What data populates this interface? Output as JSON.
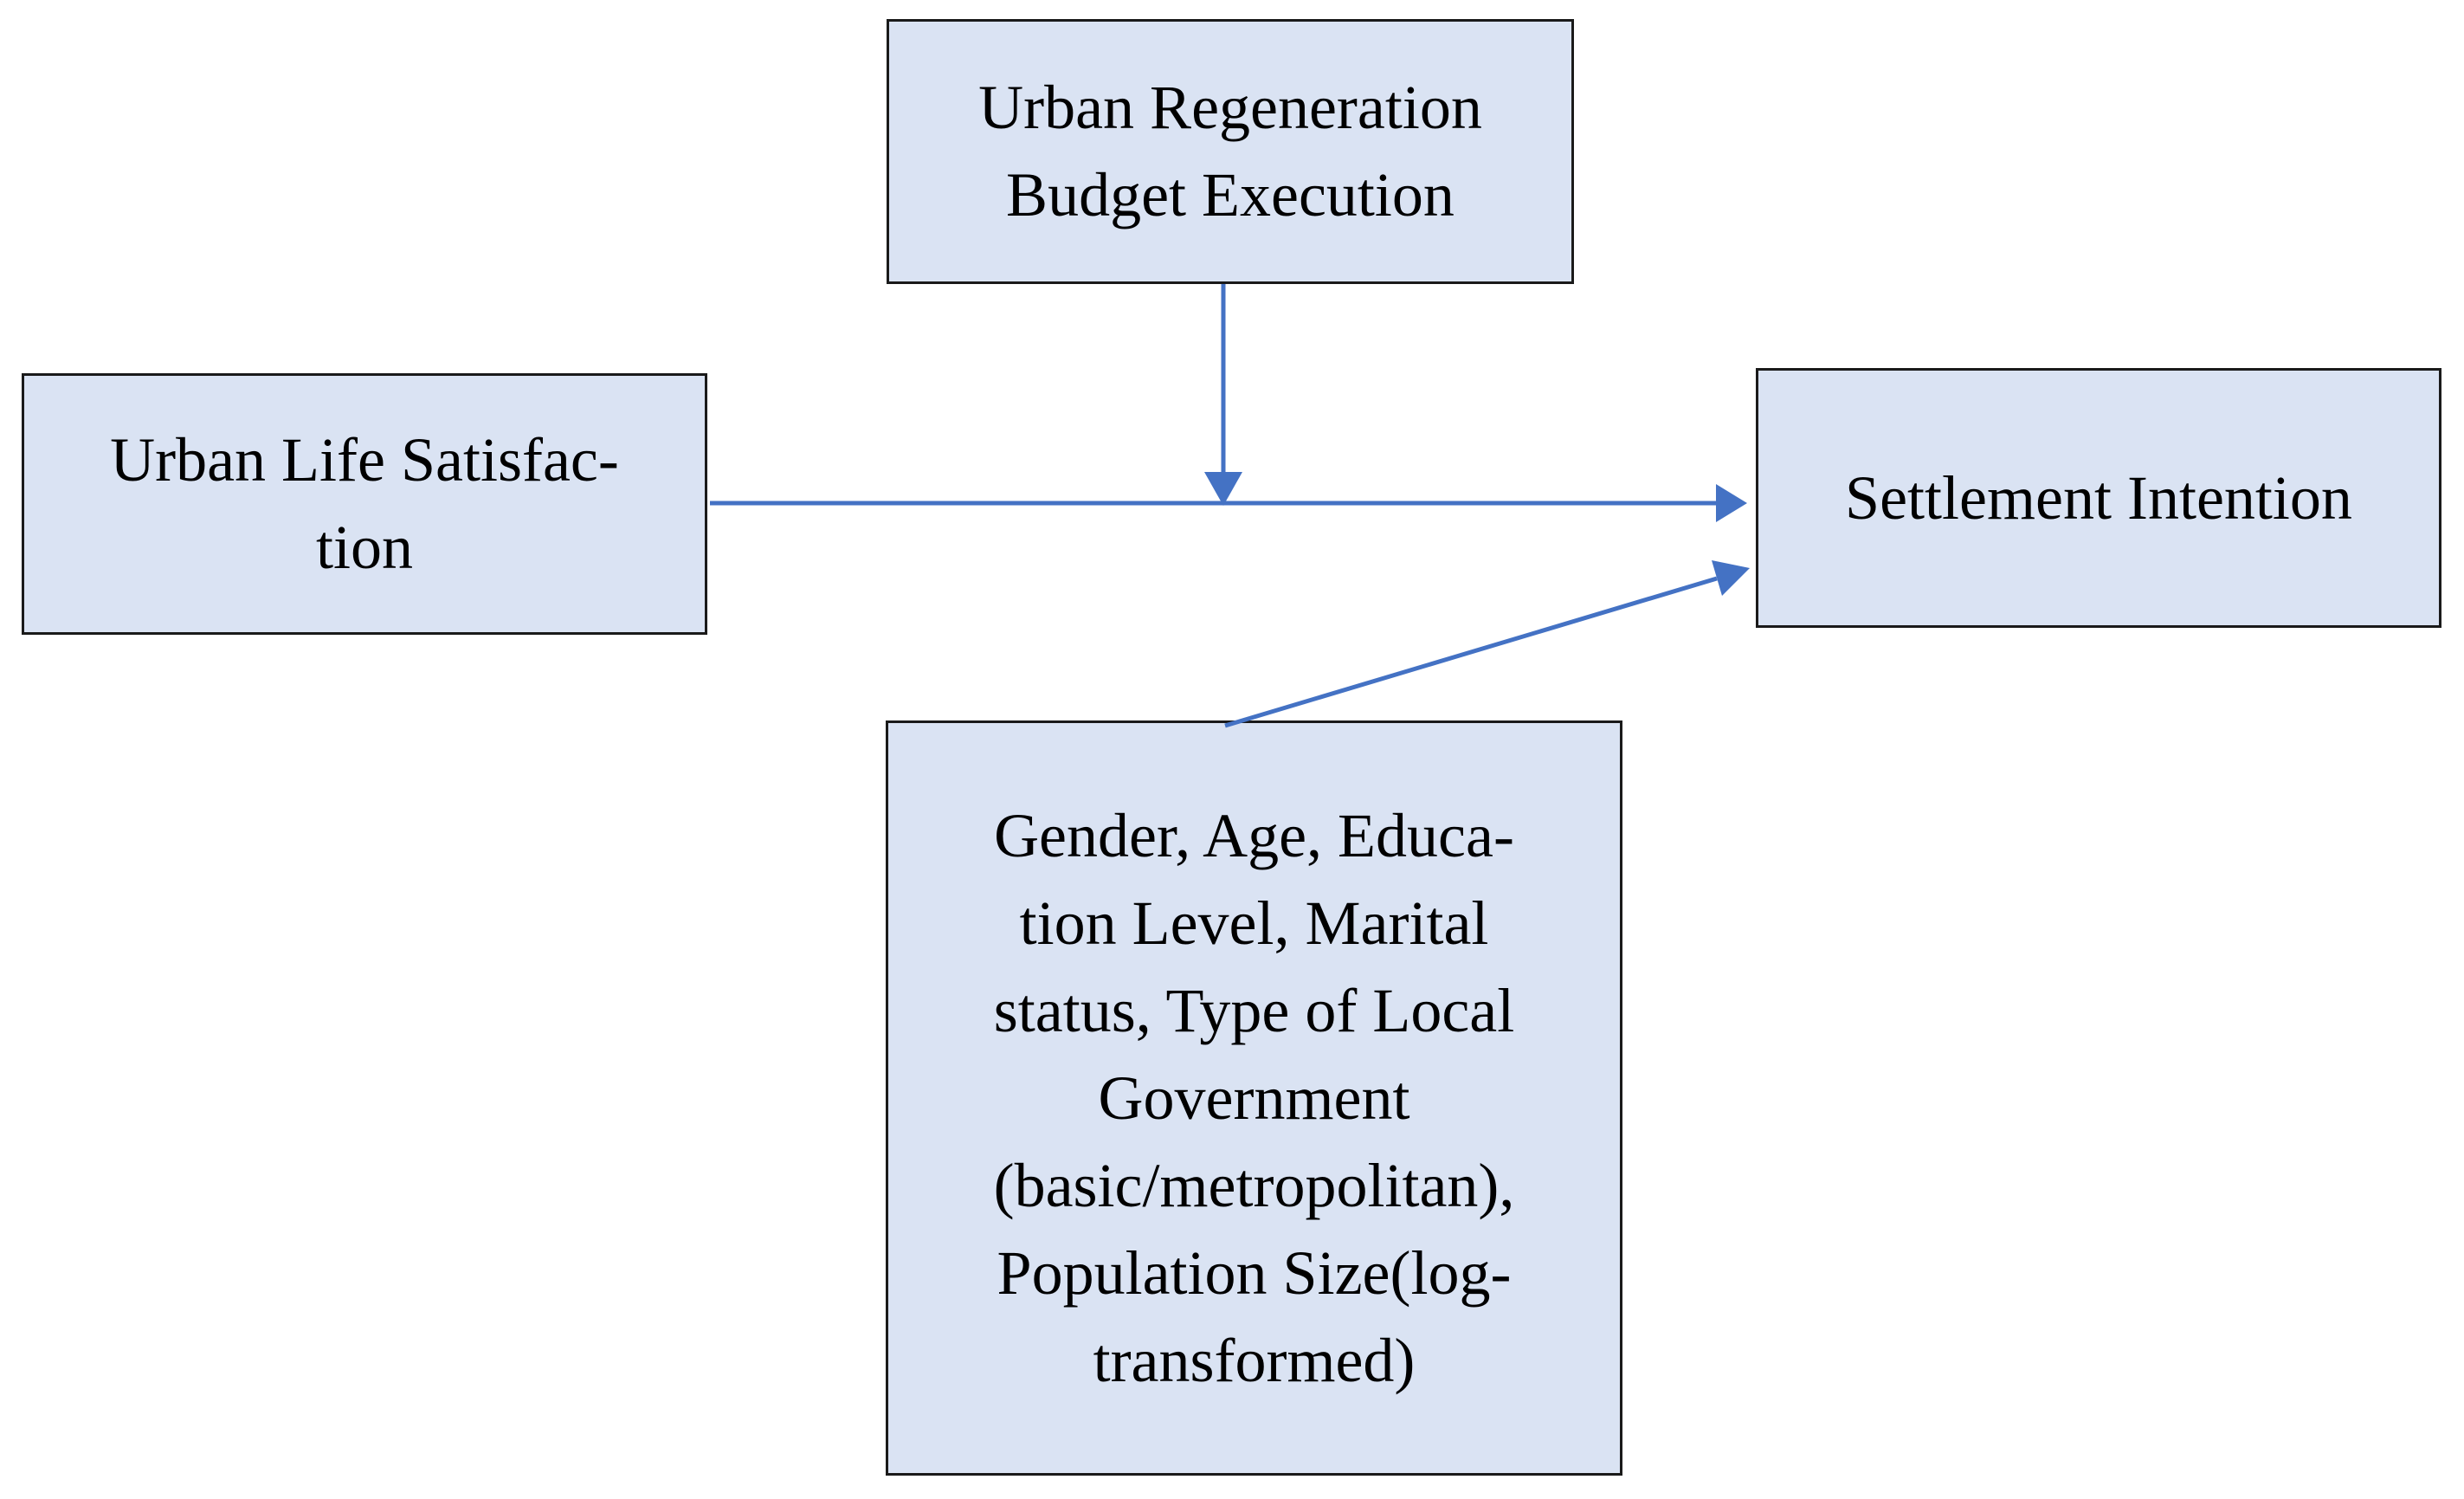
{
  "diagram": {
    "background": "#ffffff",
    "colors": {
      "background": "#ffffff",
      "node_fill": "#dae3f3",
      "node_border": "#1a1a1a",
      "connector": "#4472c4",
      "text": "#000000"
    },
    "nodes": {
      "budget_execution": {
        "label": "Urban Regeneration\nBudget Execution"
      },
      "life_satisfaction": {
        "label": "Urban Life Satisfac-\ntion"
      },
      "settlement_intention": {
        "label": "Settlement Intention"
      },
      "control_variables": {
        "label": "Gender, Age, Educa-\ntion Level, Marital\nstatus, Type of Local\nGovernment\n(basic/metropolitan),\nPopulation Size(log-\ntransformed)"
      }
    },
    "edges": [
      {
        "from": "budget_execution",
        "to": "life_satisfaction_to_settlement_intention_path",
        "type": "moderation-arrow-down"
      },
      {
        "from": "life_satisfaction",
        "to": "settlement_intention",
        "type": "direct-arrow-right"
      },
      {
        "from": "control_variables",
        "to": "settlement_intention",
        "type": "direct-arrow-diagonal"
      }
    ]
  }
}
